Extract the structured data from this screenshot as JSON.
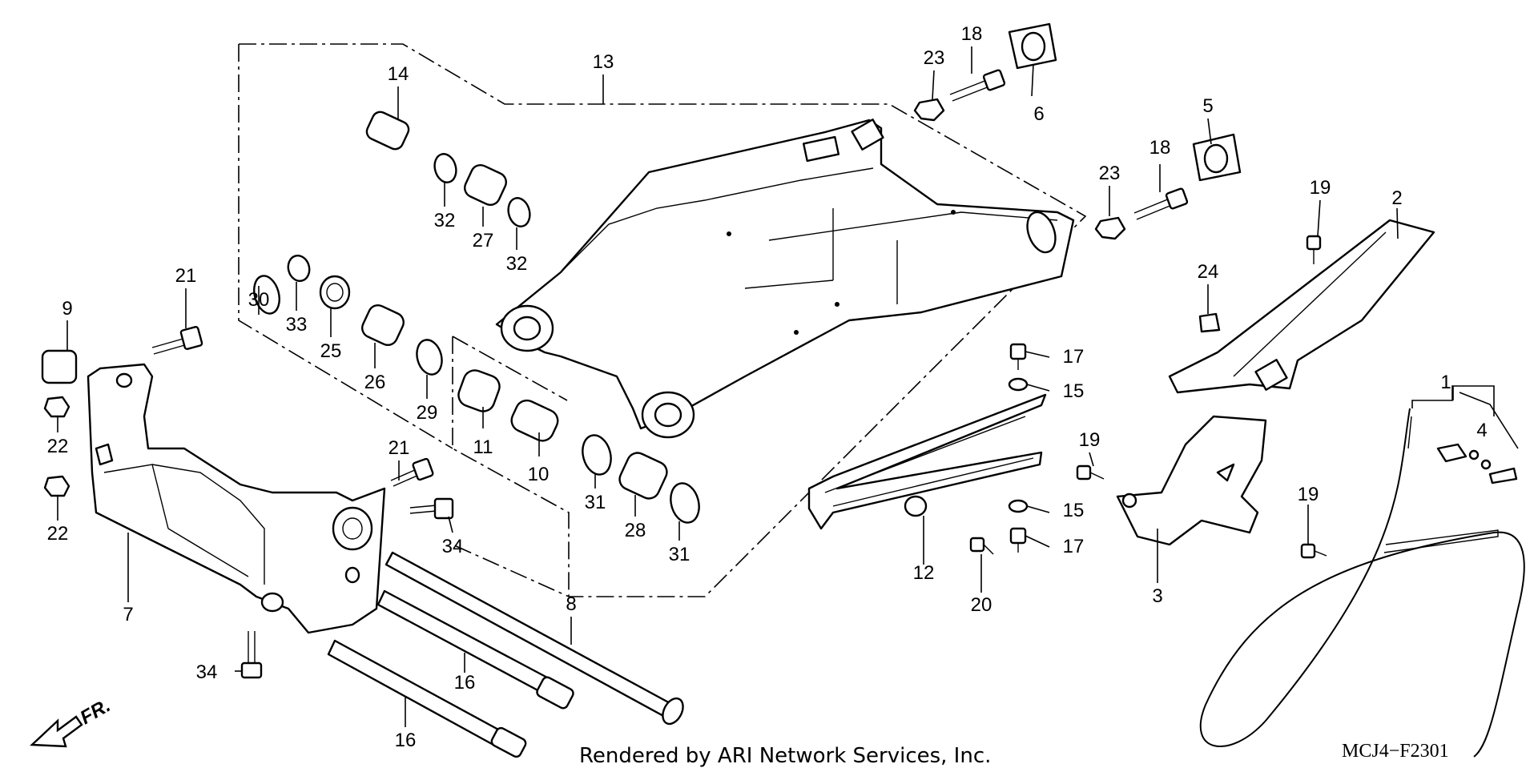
{
  "diagram": {
    "callouts": [
      "1",
      "2",
      "3",
      "4",
      "5",
      "6",
      "7",
      "8",
      "9",
      "10",
      "11",
      "12",
      "13",
      "14",
      "15",
      "16",
      "17",
      "18",
      "19",
      "20",
      "21",
      "22",
      "23",
      "24",
      "25",
      "26",
      "27",
      "28",
      "29",
      "30",
      "31",
      "32",
      "33",
      "34"
    ],
    "direction_label": "FR.",
    "footer": "Rendered by ARI Network Services, Inc.",
    "diagram_code": "MCJ4−F2301"
  }
}
